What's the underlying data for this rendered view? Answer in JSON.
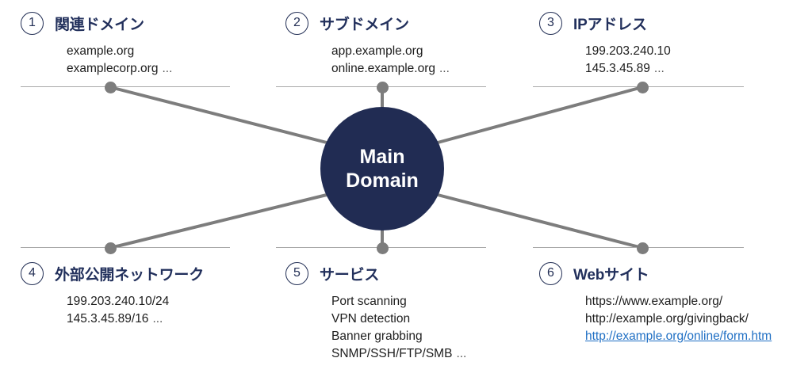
{
  "hub": {
    "label": "Main\nDomain",
    "fill": "#212c53",
    "text_color": "#ffffff"
  },
  "colors": {
    "navy": "#22305c",
    "body_text": "#1d1d1d",
    "line": "#a9a9a9",
    "dot": "#7d7d7d",
    "connector": "#7d7d7d",
    "link": "#1f6fc4"
  },
  "sections": [
    {
      "number": "1",
      "title": "関連ドメイン",
      "items": [
        {
          "text": "example.org",
          "ellipsis": "",
          "is_link": false
        },
        {
          "text": "examplecorp.org",
          "ellipsis": "...",
          "is_link": false
        }
      ]
    },
    {
      "number": "2",
      "title": "サブドメイン",
      "items": [
        {
          "text": "app.example.org",
          "ellipsis": "",
          "is_link": false
        },
        {
          "text": "online.example.org",
          "ellipsis": "...",
          "is_link": false
        }
      ]
    },
    {
      "number": "3",
      "title": "IPアドレス",
      "items": [
        {
          "text": "199.203.240.10",
          "ellipsis": "",
          "is_link": false
        },
        {
          "text": "145.3.45.89",
          "ellipsis": "...",
          "is_link": false
        }
      ]
    },
    {
      "number": "4",
      "title": "外部公開ネットワーク",
      "items": [
        {
          "text": "199.203.240.10/24",
          "ellipsis": "",
          "is_link": false
        },
        {
          "text": "145.3.45.89/16",
          "ellipsis": "...",
          "is_link": false
        }
      ]
    },
    {
      "number": "5",
      "title": "サービス",
      "items": [
        {
          "text": "Port scanning",
          "ellipsis": "",
          "is_link": false
        },
        {
          "text": "VPN detection",
          "ellipsis": "",
          "is_link": false
        },
        {
          "text": "Banner grabbing",
          "ellipsis": "",
          "is_link": false
        },
        {
          "text": "SNMP/SSH/FTP/SMB",
          "ellipsis": "...",
          "is_link": false
        }
      ]
    },
    {
      "number": "6",
      "title": "Webサイト",
      "items": [
        {
          "text": "https://www.example.org/",
          "ellipsis": "",
          "is_link": false
        },
        {
          "text": "http://example.org/givingback/",
          "ellipsis": "",
          "is_link": false
        },
        {
          "text": "http://example.org/online/form.htm",
          "ellipsis": "",
          "is_link": true
        }
      ]
    }
  ]
}
